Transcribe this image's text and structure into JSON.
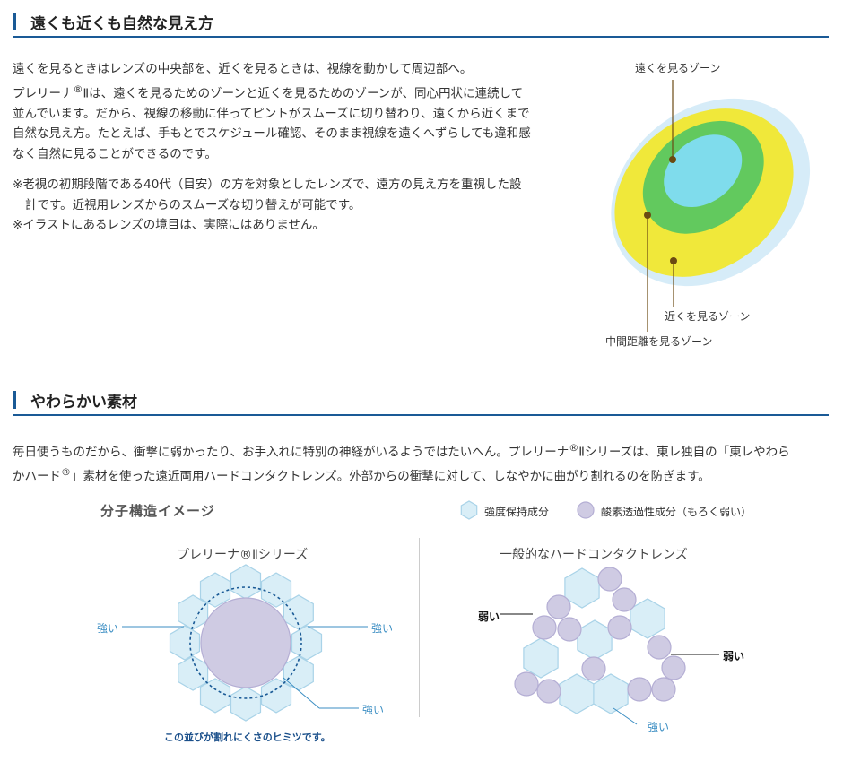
{
  "section1": {
    "title": "遠くも近くも自然な見え方",
    "para_line1": "遠くを見るときはレンズの中央部を、近くを見るときは、視線を動かして周辺部へ。",
    "para_line2_a": "プレリーナ",
    "reg_mark": "®",
    "para_line2_b": "Ⅱは、遠くを見るためのゾーンと近くを見るためのゾーンが、同心円状に連続して",
    "para_line3": "並んでいます。だから、視線の移動に伴ってピントがスムーズに切り替わり、遠くから近くまで",
    "para_line4": "自然な見え方。たとえば、手もとでスケジュール確認、そのまま視線を遠くへずらしても違和感",
    "para_line5": "なく自然に見ることができるのです。",
    "note1_a": "※老視の初期段階である40代（目安）の方を対象としたレンズで、遠方の見え方を重視した設",
    "note1_b": "計です。近視用レンズからのスムーズな切り替えが可能です。",
    "note2": "※イラストにあるレンズの境目は、実際にはありません。",
    "lens_labels": {
      "far": "遠くを見るゾーン",
      "near": "近くを見るゾーン",
      "middle": "中間距離を見るゾーン"
    },
    "colors": {
      "outer": "#d6ecf8",
      "yellow": "#f0e83a",
      "green": "#62c95e",
      "center": "#7fdcec",
      "dot": "#6b4a12"
    }
  },
  "section2": {
    "title": "やわらかい素材",
    "line1": "毎日使うものだから、衝撃に弱かったり、お手入れに特別の神経がいるようではたいへん。プレリーナ",
    "line1_reg": "®",
    "line1_b": "Ⅱシリーズは、東レ独自の「東レやわら",
    "line2_a": "かハード",
    "line2_reg": "®",
    "line2_b": "」素材を使った遠近両用ハードコンタクトレンズ。外部からの衝撃に対して、しなやかに曲がり割れるのを防ぎます。",
    "diagram_title": "分子構造イメージ",
    "legend": {
      "hex_label": "強度保持成分",
      "circle_label": "酸素透過性成分（もろく弱い）"
    },
    "left_diagram": {
      "title": "プレリーナ®Ⅱシリーズ",
      "strong_left": "強い",
      "strong_right": "強い",
      "strong_bottom": "強い",
      "caption": "この並びが割れにくさのヒミツです。"
    },
    "right_diagram": {
      "title": "一般的なハードコンタクトレンズ",
      "weak_left": "弱い",
      "weak_right": "弱い",
      "strong_bottom": "強い"
    },
    "colors": {
      "hex_fill": "#d9eef7",
      "hex_stroke": "#a9d3e8",
      "circle_fill": "#cfcbe3",
      "circle_stroke": "#b4aed4",
      "accent": "#1a5a96",
      "strong_text": "#3b8ec3"
    }
  }
}
